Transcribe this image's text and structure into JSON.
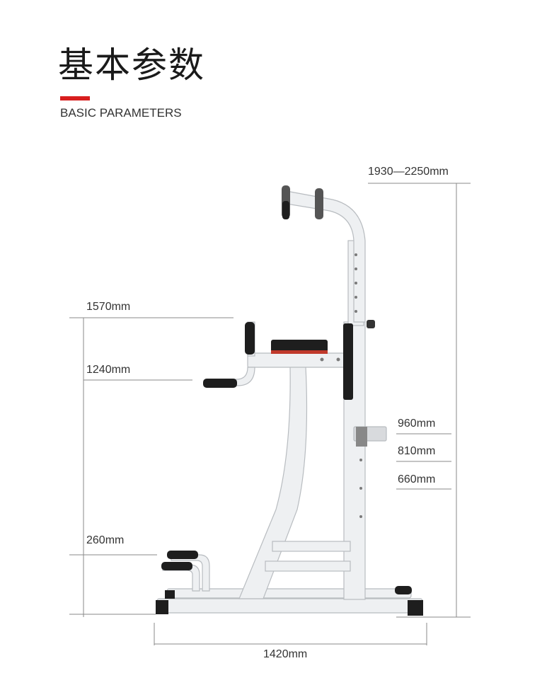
{
  "header": {
    "title": "基本参数",
    "subtitle": "BASIC PARAMETERS",
    "accent_color": "#d81e1e"
  },
  "dimensions": {
    "total_height": "1930—2250mm",
    "dip_handle_top": "1570mm",
    "dip_handle_low": "1240mm",
    "pushup_bar": "260mm",
    "bench_high": "960mm",
    "bench_mid": "810mm",
    "bench_low": "660mm",
    "base_length": "1420mm"
  },
  "product": {
    "name": "power-tower",
    "frame_color": "#eef0f2",
    "pad_color": "#1e1e1e",
    "pad_trim_color": "#c0392b"
  }
}
